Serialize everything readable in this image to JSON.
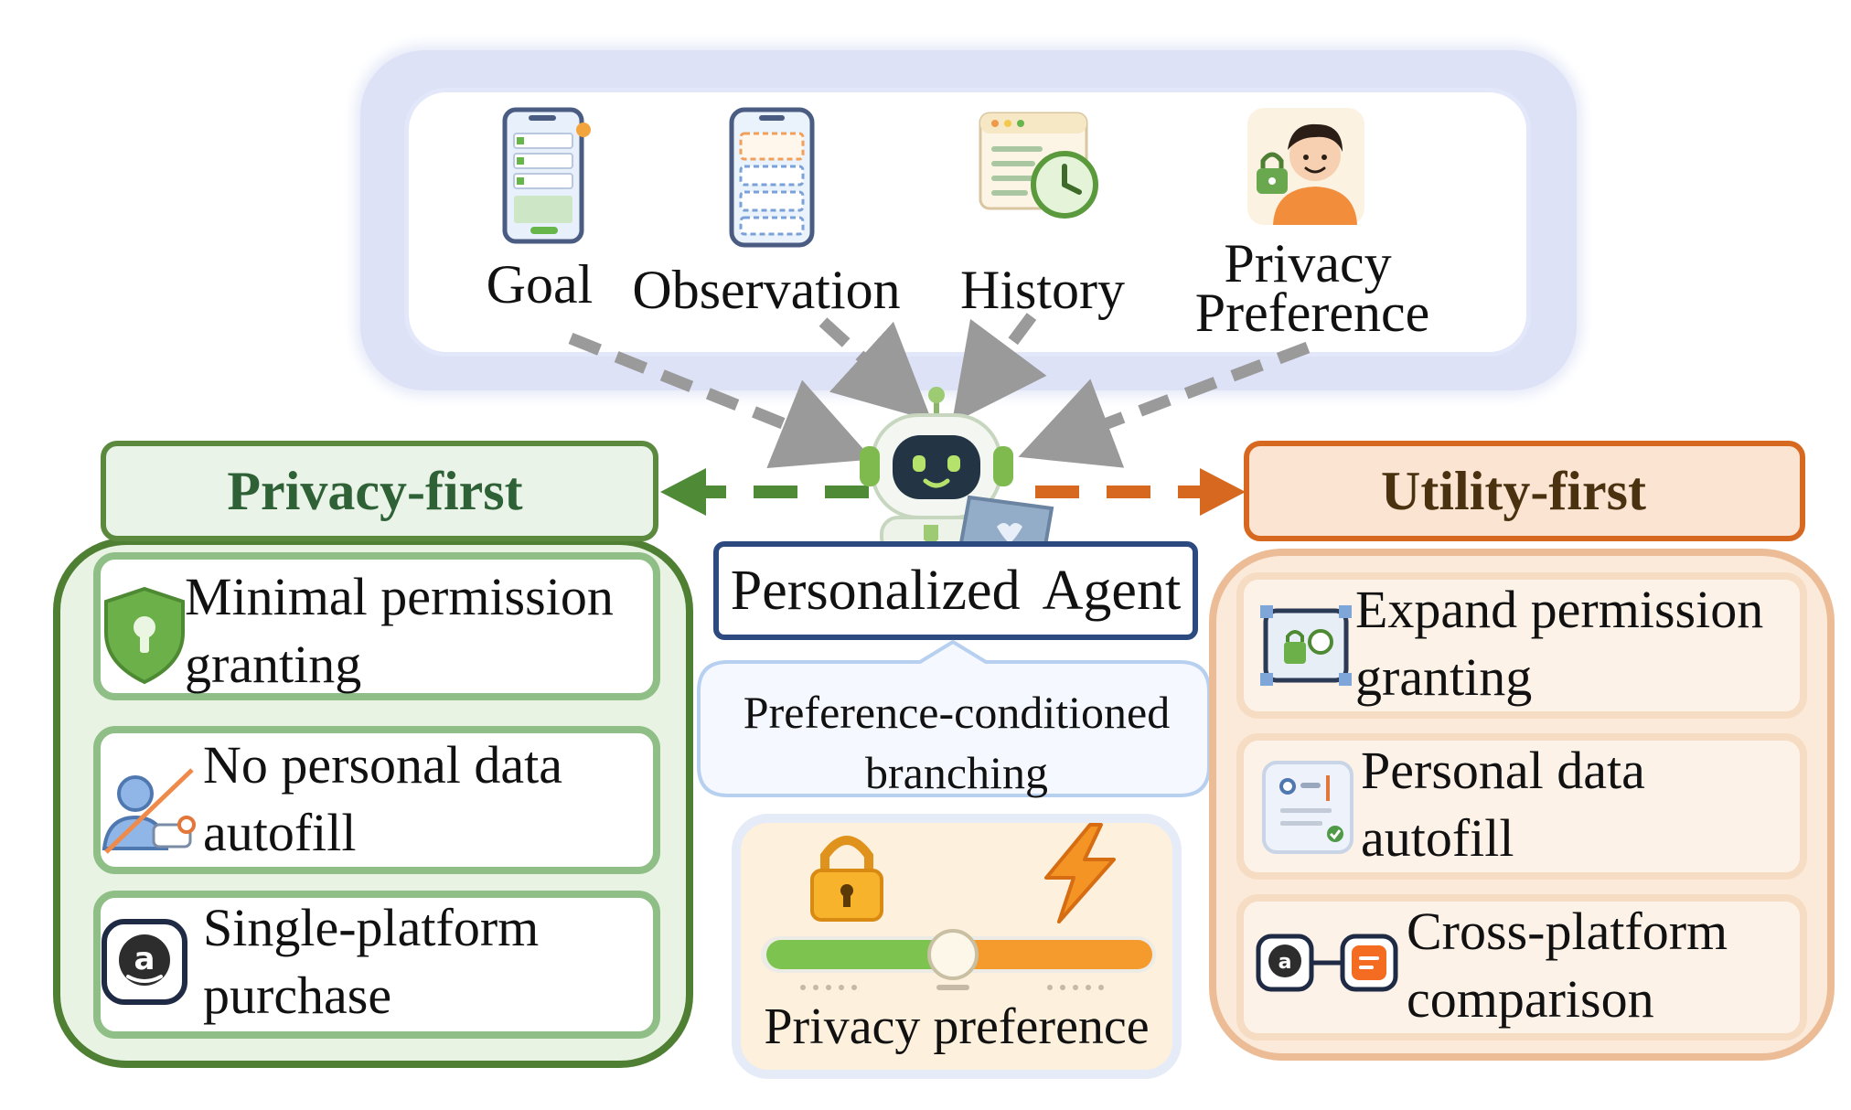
{
  "inputs": {
    "goal": "Goal",
    "observation": "Observation",
    "history": "History",
    "privacy_line1": "Privacy",
    "privacy_line2": "Preference"
  },
  "agent": {
    "label": "Personalized Agent",
    "branching_line1": "Preference-conditioned",
    "branching_line2": "branching",
    "slider_label": "Privacy preference"
  },
  "privacy_first": {
    "title": "Privacy-first",
    "items": [
      {
        "line1": "Minimal permission",
        "line2": "granting",
        "icon": "shield-keyhole-icon"
      },
      {
        "line1": "No personal data",
        "line2": "autofill",
        "icon": "user-crossed-icon"
      },
      {
        "line1": "Single-platform",
        "line2": "purchase",
        "icon": "amazon-logo-icon"
      }
    ]
  },
  "utility_first": {
    "title": "Utility-first",
    "items": [
      {
        "line1": "Expand permission",
        "line2": "granting",
        "icon": "permission-expand-icon"
      },
      {
        "line1": "Personal data",
        "line2": "autofill",
        "icon": "form-autofill-icon"
      },
      {
        "line1": "Cross-platform",
        "line2": "comparison",
        "icon": "cross-platform-icon"
      }
    ]
  },
  "colors": {
    "privacy_green": "#5b8a3f",
    "utility_orange": "#d6691f",
    "agent_navy": "#2d4a80",
    "arrow_gray": "#9a9a9a"
  }
}
